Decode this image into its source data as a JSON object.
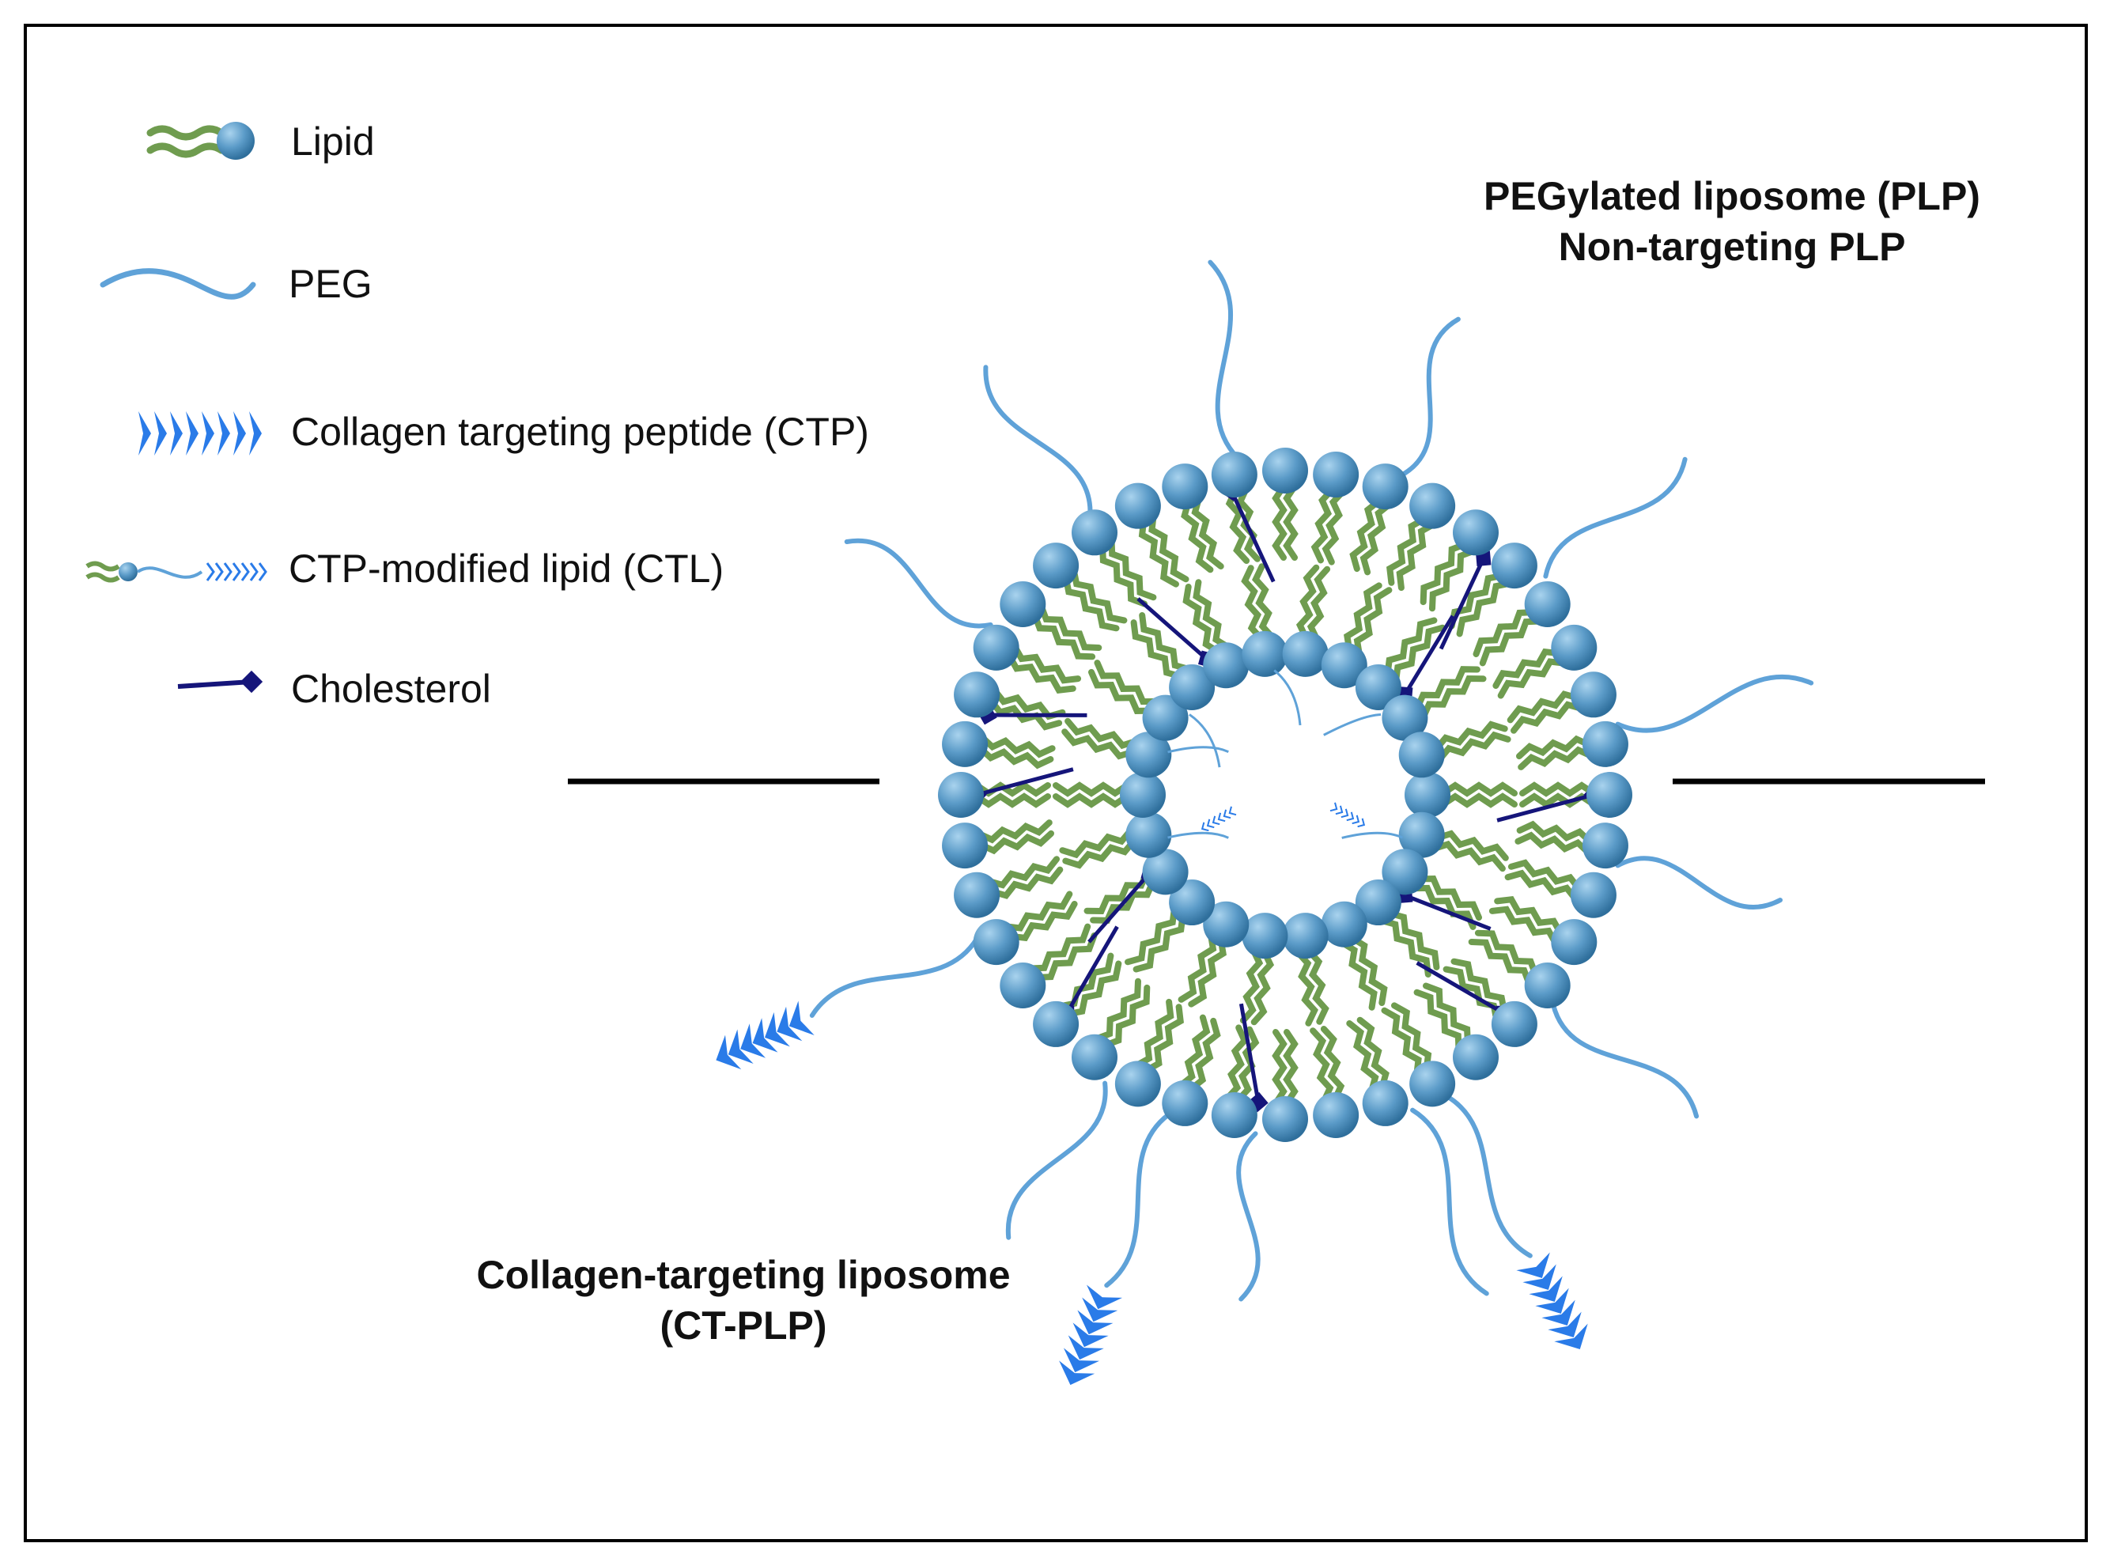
{
  "legend": {
    "lipid": "Lipid",
    "peg": "PEG",
    "ctp": "Collagen targeting peptide (CTP)",
    "ctl": "CTP-modified lipid (CTL)",
    "cholesterol": "Cholesterol"
  },
  "titles": {
    "plp_line1": "PEGylated liposome (PLP)",
    "plp_line2": "Non-targeting PLP",
    "ctplp_line1": "Collagen-targeting liposome",
    "ctplp_line2": "(CT-PLP)"
  },
  "colors": {
    "lipid_head": "#5b9bc8",
    "lipid_tail": "#6f9c4f",
    "peg": "#5fa2d8",
    "ctp": "#2a7be8",
    "cholesterol": "#15157a",
    "frame": "#000000"
  }
}
